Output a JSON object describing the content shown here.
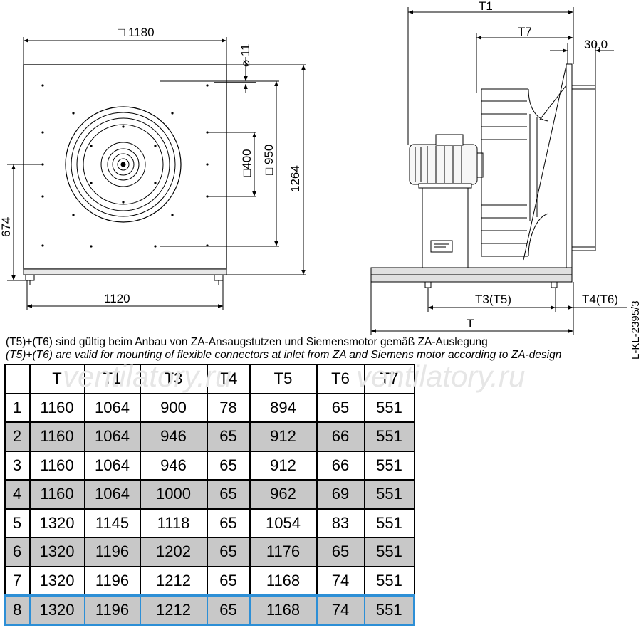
{
  "drawing": {
    "front_view": {
      "width_label": "□ 1180",
      "hole_label": "⌀ 11",
      "inner_square_label": "□400",
      "outer_square_label": "□ 950",
      "height_label": "1264",
      "center_height_label": "674",
      "base_width_label": "1120"
    },
    "side_view": {
      "t1_label": "T1",
      "t7_label": "T7",
      "offset_label": "30,0",
      "t3_label": "T3(T5)",
      "t4_label": "T4(T6)",
      "t_label": "T"
    },
    "drawing_code": "L-KL-2395/3"
  },
  "notes": {
    "german": "(T5)+(T6) sind gültig beim Anbau von ZA-Ansaugstutzen und Siemensmotor gemäß ZA-Auslegung",
    "english": "(T5)+(T6) are valid for mounting of flexible connectors at inlet from ZA and Siemens motor according to ZA-design"
  },
  "watermark": "ventilatory.ru",
  "table": {
    "headers": [
      "",
      "T",
      "T1",
      "T3",
      "T4",
      "T5",
      "T6",
      "T7"
    ],
    "rows": [
      [
        "1",
        "1160",
        "1064",
        "900",
        "78",
        "894",
        "65",
        "551"
      ],
      [
        "2",
        "1160",
        "1064",
        "946",
        "65",
        "912",
        "66",
        "551"
      ],
      [
        "3",
        "1160",
        "1064",
        "946",
        "65",
        "912",
        "66",
        "551"
      ],
      [
        "4",
        "1160",
        "1064",
        "1000",
        "65",
        "962",
        "69",
        "551"
      ],
      [
        "5",
        "1320",
        "1145",
        "1118",
        "65",
        "1054",
        "83",
        "551"
      ],
      [
        "6",
        "1320",
        "1196",
        "1202",
        "65",
        "1176",
        "65",
        "551"
      ],
      [
        "7",
        "1320",
        "1196",
        "1212",
        "65",
        "1168",
        "74",
        "551"
      ],
      [
        "8",
        "1320",
        "1196",
        "1212",
        "65",
        "1168",
        "74",
        "551"
      ]
    ],
    "highlight_color": "#2d8fd6",
    "shade_color": "#c8c8c8"
  }
}
